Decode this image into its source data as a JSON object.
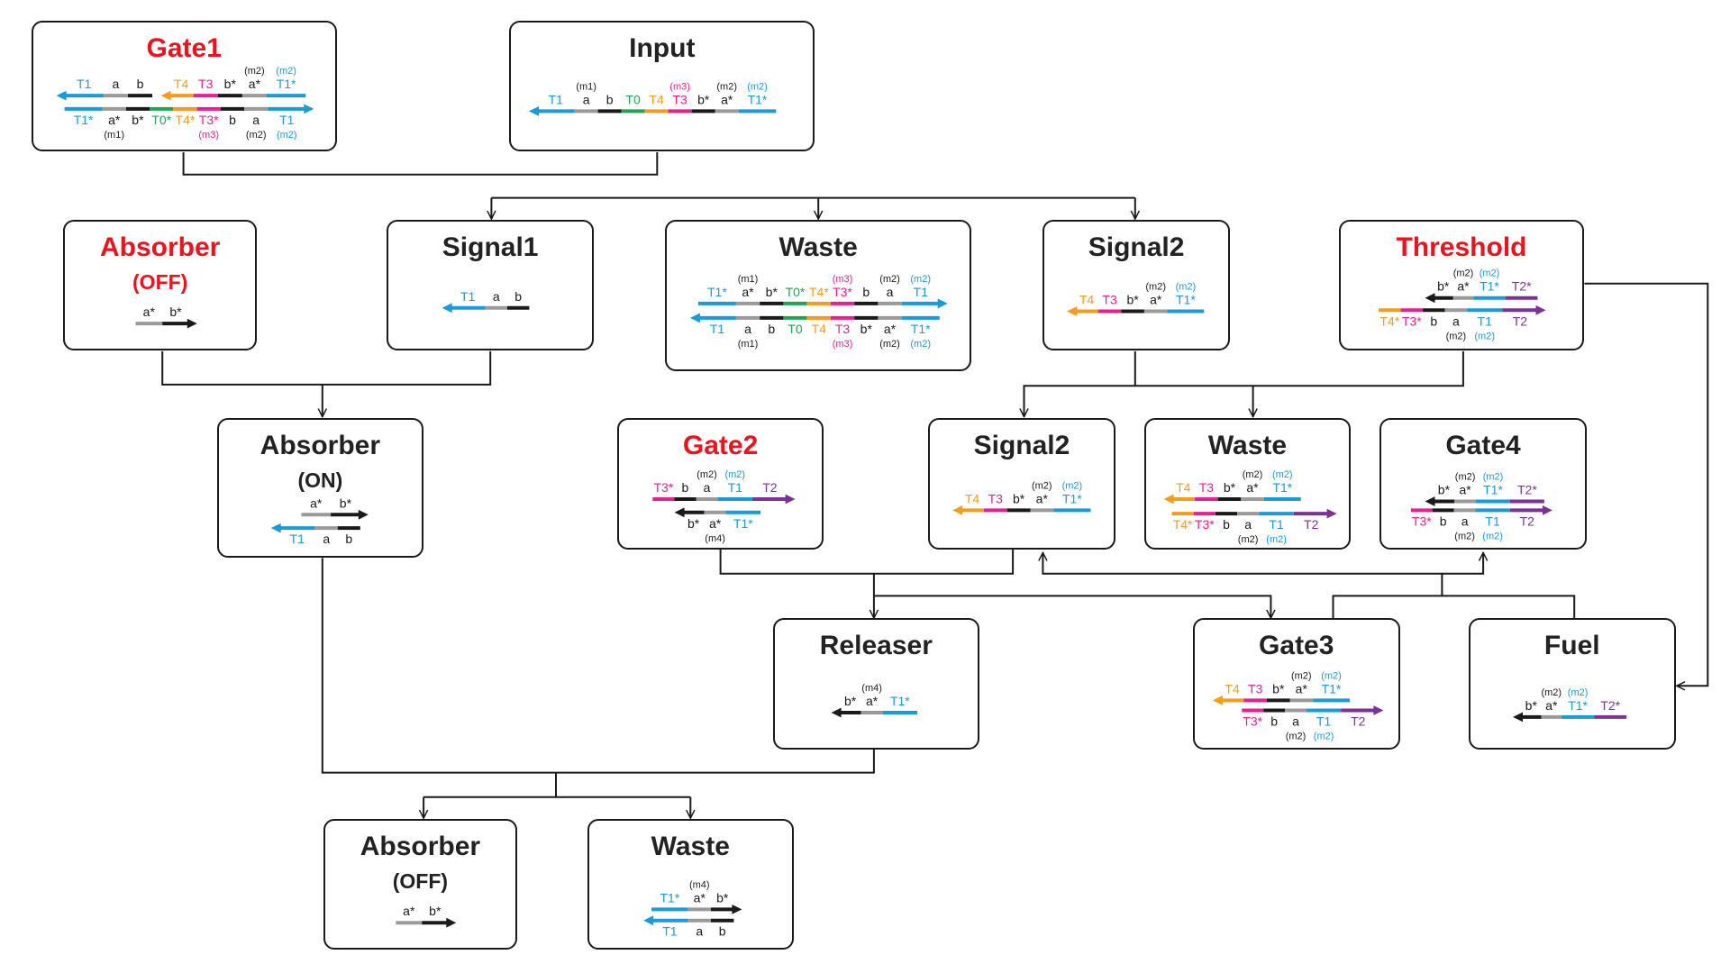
{
  "colors": {
    "T1": "#1a9ad6",
    "T2": "#7b3294",
    "T0": "#22a350",
    "T3": "#e6208f",
    "T4": "#f39c1f",
    "a": "#9a9a9a",
    "b": "#1a1a1a",
    "m2": "#1a9ad6",
    "m3": "#e6208f",
    "title_red": "#e8141e",
    "line": "#1a1a1a"
  },
  "boxes": {
    "gate1": {
      "title": "Gate1"
    },
    "input": {
      "title": "Input"
    },
    "absorber_off_1": {
      "title": "Absorber",
      "subtitle": "(OFF)"
    },
    "signal1": {
      "title": "Signal1"
    },
    "waste1": {
      "title": "Waste"
    },
    "signal2_a": {
      "title": "Signal2"
    },
    "threshold": {
      "title": "Threshold"
    },
    "absorber_on": {
      "title": "Absorber",
      "subtitle": "(ON)"
    },
    "gate2": {
      "title": "Gate2"
    },
    "signal2_b": {
      "title": "Signal2"
    },
    "waste2": {
      "title": "Waste"
    },
    "gate4": {
      "title": "Gate4"
    },
    "releaser": {
      "title": "Releaser"
    },
    "gate3": {
      "title": "Gate3"
    },
    "fuel": {
      "title": "Fuel"
    },
    "absorber_off_2": {
      "title": "Absorber",
      "subtitle": "(OFF)"
    },
    "waste3": {
      "title": "Waste"
    }
  },
  "strands": [
    {
      "box": "gate1",
      "dir": "left",
      "segs": [
        "T1",
        "a",
        "b"
      ],
      "labels": [
        "T1",
        "a",
        "b"
      ],
      "marks": []
    },
    {
      "box": "gate1",
      "dir": "left",
      "segs": [
        "T4",
        "T3",
        "b",
        "a",
        "T1"
      ],
      "labels": [
        "T4",
        "T3",
        "b*",
        "a*",
        "T1*"
      ],
      "marks": [
        "",
        "",
        "",
        "(m2)",
        "(m2)"
      ]
    },
    {
      "box": "gate1",
      "dir": "right",
      "segs": [
        "T1",
        "a",
        "b",
        "T0",
        "T4",
        "T3",
        "b",
        "a",
        "T1"
      ],
      "labels": [
        "T1*",
        "a*",
        "b*",
        "T0*",
        "T4*",
        "T3*",
        "b",
        "a",
        "T1"
      ],
      "marks": [
        "",
        "(m1)",
        "",
        "",
        "",
        "(m3)",
        "",
        "(m2)",
        "(m2)"
      ]
    },
    {
      "box": "input",
      "dir": "left",
      "segs": [
        "T1",
        "a",
        "b",
        "T0",
        "T4",
        "T3",
        "b",
        "a",
        "T1"
      ],
      "labels": [
        "T1",
        "a",
        "b",
        "T0",
        "T4",
        "T3",
        "b*",
        "a*",
        "T1*"
      ],
      "marks": [
        "",
        "(m1)",
        "",
        "",
        "",
        "(m3)",
        "",
        "(m2)",
        "(m2)"
      ]
    },
    {
      "box": "absorber_off_1",
      "dir": "right",
      "segs": [
        "a",
        "b"
      ],
      "labels": [
        "a*",
        "b*"
      ],
      "marks": []
    },
    {
      "box": "signal1",
      "dir": "left",
      "segs": [
        "T1",
        "a",
        "b"
      ],
      "labels": [
        "T1",
        "a",
        "b"
      ],
      "marks": []
    },
    {
      "box": "waste1",
      "dir": "right",
      "segs": [
        "T1",
        "a",
        "b",
        "T0",
        "T4",
        "T3",
        "b",
        "a",
        "T1"
      ],
      "labels": [
        "T1*",
        "a*",
        "b*",
        "T0*",
        "T4*",
        "T3*",
        "b",
        "a",
        "T1"
      ],
      "marks": [
        "",
        "(m1)",
        "",
        "",
        "",
        "(m3)",
        "",
        "(m2)",
        "(m2)"
      ]
    },
    {
      "box": "waste1",
      "dir": "left",
      "segs": [
        "T1",
        "a",
        "b",
        "T0",
        "T4",
        "T3",
        "b",
        "a",
        "T1"
      ],
      "labels": [
        "T1",
        "a",
        "b",
        "T0",
        "T4",
        "T3",
        "b*",
        "a*",
        "T1*"
      ],
      "marks": [
        "",
        "(m1)",
        "",
        "",
        "",
        "(m3)",
        "",
        "(m2)",
        "(m2)"
      ]
    },
    {
      "box": "signal2_a",
      "dir": "left",
      "segs": [
        "T4",
        "T3",
        "b",
        "a",
        "T1"
      ],
      "labels": [
        "T4",
        "T3",
        "b*",
        "a*",
        "T1*"
      ],
      "marks": [
        "",
        "",
        "",
        "(m2)",
        "(m2)"
      ]
    },
    {
      "box": "threshold",
      "dir": "left",
      "segs": [
        "b",
        "a",
        "T1",
        "T2"
      ],
      "labels": [
        "b*",
        "a*",
        "T1*",
        "T2*"
      ],
      "marks": [
        "",
        "(m2)",
        "(m2)",
        ""
      ]
    },
    {
      "box": "threshold",
      "dir": "right",
      "segs": [
        "T4",
        "T3",
        "b",
        "a",
        "T1",
        "T2"
      ],
      "labels": [
        "T4*",
        "T3*",
        "b",
        "a",
        "T1",
        "T2"
      ],
      "marks": [
        "",
        "",
        "",
        "(m2)",
        "(m2)",
        ""
      ]
    },
    {
      "box": "absorber_on",
      "dir": "right",
      "segs": [
        "a",
        "b"
      ],
      "labels": [
        "a*",
        "b*"
      ],
      "marks": []
    },
    {
      "box": "absorber_on",
      "dir": "left",
      "segs": [
        "T1",
        "a",
        "b"
      ],
      "labels": [
        "T1",
        "a",
        "b"
      ],
      "marks": []
    },
    {
      "box": "gate2",
      "dir": "right",
      "segs": [
        "T3",
        "b",
        "a",
        "T1",
        "T2"
      ],
      "labels": [
        "T3*",
        "b",
        "a",
        "T1",
        "T2"
      ],
      "marks": [
        "",
        "",
        "(m2)",
        "(m2)",
        ""
      ]
    },
    {
      "box": "gate2",
      "dir": "left",
      "segs": [
        "b",
        "a",
        "T1"
      ],
      "labels": [
        "b*",
        "a*",
        "T1*"
      ],
      "marks": [
        "",
        "(m4)",
        ""
      ]
    },
    {
      "box": "signal2_b",
      "dir": "left",
      "segs": [
        "T4",
        "T3",
        "b",
        "a",
        "T1"
      ],
      "labels": [
        "T4",
        "T3",
        "b*",
        "a*",
        "T1*"
      ],
      "marks": [
        "",
        "",
        "",
        "(m2)",
        "(m2)"
      ]
    },
    {
      "box": "waste2",
      "dir": "left",
      "segs": [
        "T4",
        "T3",
        "b",
        "a",
        "T1"
      ],
      "labels": [
        "T4",
        "T3",
        "b*",
        "a*",
        "T1*"
      ],
      "marks": [
        "",
        "",
        "",
        "(m2)",
        "(m2)"
      ]
    },
    {
      "box": "waste2",
      "dir": "right",
      "segs": [
        "T4",
        "T3",
        "b",
        "a",
        "T1",
        "T2"
      ],
      "labels": [
        "T4*",
        "T3*",
        "b",
        "a",
        "T1",
        "T2"
      ],
      "marks": [
        "",
        "",
        "",
        "(m2)",
        "(m2)",
        ""
      ]
    },
    {
      "box": "gate4",
      "dir": "left",
      "segs": [
        "b",
        "a",
        "T1",
        "T2"
      ],
      "labels": [
        "b*",
        "a*",
        "T1*",
        "T2*"
      ],
      "marks": [
        "",
        "(m2)",
        "(m2)",
        ""
      ]
    },
    {
      "box": "gate4",
      "dir": "right",
      "segs": [
        "T3",
        "b",
        "a",
        "T1",
        "T2"
      ],
      "labels": [
        "T3*",
        "b",
        "a",
        "T1",
        "T2"
      ],
      "marks": [
        "",
        "",
        "(m2)",
        "(m2)",
        ""
      ]
    },
    {
      "box": "releaser",
      "dir": "left",
      "segs": [
        "b",
        "a",
        "T1"
      ],
      "labels": [
        "b*",
        "a*",
        "T1*"
      ],
      "marks": [
        "",
        "(m4)",
        ""
      ]
    },
    {
      "box": "gate3",
      "dir": "left",
      "segs": [
        "T4",
        "T3",
        "b",
        "a",
        "T1"
      ],
      "labels": [
        "T4",
        "T3",
        "b*",
        "a*",
        "T1*"
      ],
      "marks": [
        "",
        "",
        "",
        "(m2)",
        "(m2)"
      ]
    },
    {
      "box": "gate3",
      "dir": "right",
      "segs": [
        "T3",
        "b",
        "a",
        "T1",
        "T2"
      ],
      "labels": [
        "T3*",
        "b",
        "a",
        "T1",
        "T2"
      ],
      "marks": [
        "",
        "",
        "(m2)",
        "(m2)",
        ""
      ]
    },
    {
      "box": "fuel",
      "dir": "left",
      "segs": [
        "b",
        "a",
        "T1",
        "T2"
      ],
      "labels": [
        "b*",
        "a*",
        "T1*",
        "T2*"
      ],
      "marks": [
        "",
        "(m2)",
        "(m2)",
        ""
      ]
    },
    {
      "box": "absorber_off_2",
      "dir": "right",
      "segs": [
        "a",
        "b"
      ],
      "labels": [
        "a*",
        "b*"
      ],
      "marks": []
    },
    {
      "box": "waste3",
      "dir": "right",
      "segs": [
        "T1",
        "a",
        "b"
      ],
      "labels": [
        "T1*",
        "a*",
        "b*"
      ],
      "marks": [
        "",
        "(m4)",
        ""
      ]
    },
    {
      "box": "waste3",
      "dir": "left",
      "segs": [
        "T1",
        "a",
        "b"
      ],
      "labels": [
        "T1",
        "a",
        "b"
      ],
      "marks": []
    }
  ]
}
